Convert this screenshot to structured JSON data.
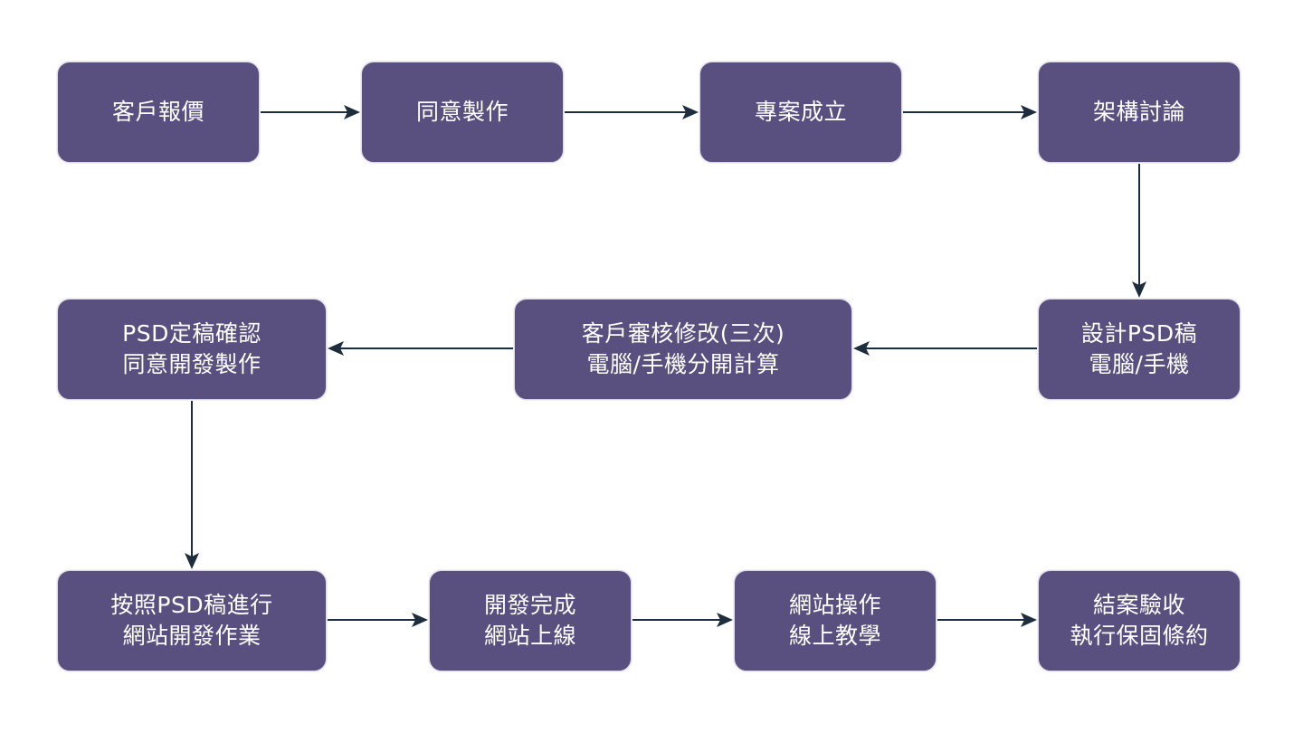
{
  "flowchart": {
    "accent_colors": {
      "node_fill": "#5a507f",
      "node_text": "#ffffff",
      "arrow": "#1e2d3d",
      "background": "#ffffff"
    },
    "nodes": [
      {
        "id": "n1",
        "lines": [
          "客戶報價"
        ]
      },
      {
        "id": "n2",
        "lines": [
          "同意製作"
        ]
      },
      {
        "id": "n3",
        "lines": [
          "專案成立"
        ]
      },
      {
        "id": "n4",
        "lines": [
          "架構討論"
        ]
      },
      {
        "id": "n5",
        "lines": [
          "設計PSD稿",
          "電腦/手機"
        ]
      },
      {
        "id": "n6",
        "lines": [
          "客戶審核修改(三次)",
          "電腦/手機分開計算"
        ]
      },
      {
        "id": "n7",
        "lines": [
          "PSD定稿確認",
          "同意開發製作"
        ]
      },
      {
        "id": "n8",
        "lines": [
          "按照PSD稿進行",
          "網站開發作業"
        ]
      },
      {
        "id": "n9",
        "lines": [
          "開發完成",
          "網站上線"
        ]
      },
      {
        "id": "n10",
        "lines": [
          "網站操作",
          "線上教學"
        ]
      },
      {
        "id": "n11",
        "lines": [
          "結案驗收",
          "執行保固條約"
        ]
      }
    ],
    "edges": [
      {
        "from": "n1",
        "to": "n2",
        "direction": "right"
      },
      {
        "from": "n2",
        "to": "n3",
        "direction": "right"
      },
      {
        "from": "n3",
        "to": "n4",
        "direction": "right"
      },
      {
        "from": "n4",
        "to": "n5",
        "direction": "down"
      },
      {
        "from": "n5",
        "to": "n6",
        "direction": "left"
      },
      {
        "from": "n6",
        "to": "n7",
        "direction": "left"
      },
      {
        "from": "n7",
        "to": "n8",
        "direction": "down"
      },
      {
        "from": "n8",
        "to": "n9",
        "direction": "right"
      },
      {
        "from": "n9",
        "to": "n10",
        "direction": "right"
      },
      {
        "from": "n10",
        "to": "n11",
        "direction": "right"
      }
    ]
  }
}
